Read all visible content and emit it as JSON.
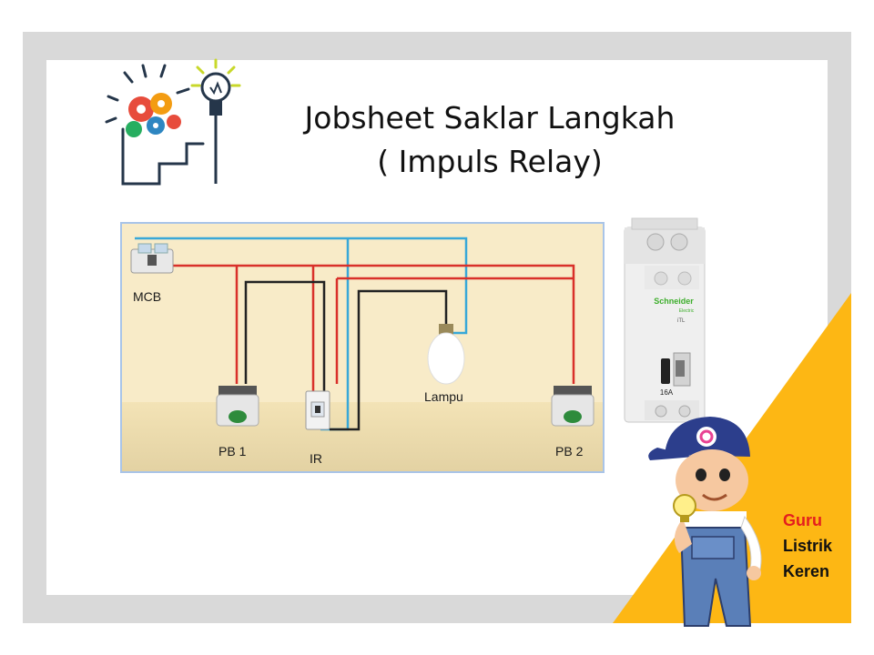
{
  "title": {
    "line1": "Jobsheet Saklar Langkah",
    "line2": "( Impuls Relay)"
  },
  "diagram": {
    "labels": {
      "mcb": "MCB",
      "pb1": "PB 1",
      "ir": "IR",
      "lamp": "Lampu",
      "pb2": "PB 2"
    },
    "colors": {
      "phase": "#d9302a",
      "neutral": "#38a8d8",
      "control": "#222222"
    }
  },
  "relay_device": {
    "brand": "Schneider",
    "sub": "Electric",
    "model": "iTL",
    "rating": "16A"
  },
  "brand": {
    "line1": "Guru",
    "line2": "Listrik",
    "line3": "Keren"
  },
  "accent_color": "#fdb714"
}
